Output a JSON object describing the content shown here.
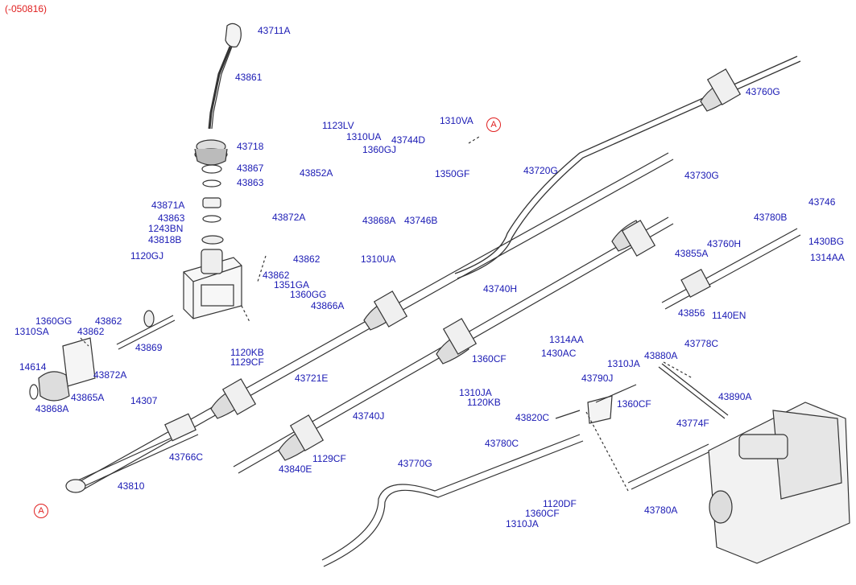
{
  "header": {
    "range": "(-050816)"
  },
  "ref_marker": "A",
  "labels": {
    "p43711A": "43711A",
    "p43861": "43861",
    "p43718": "43718",
    "p43867": "43867",
    "p43863a": "43863",
    "p43871A": "43871A",
    "p43863b": "43863",
    "p1243BN": "1243BN",
    "p43818B": "43818B",
    "p1120GJ": "1120GJ",
    "p1123LV": "1123LV",
    "p1310UAa": "1310UA",
    "p43744D": "43744D",
    "p1360GJ": "1360GJ",
    "p1310VA": "1310VA",
    "p1350GF": "1350GF",
    "p43852A": "43852A",
    "p43868Aa": "43868A",
    "p43746B": "43746B",
    "p43872Aa": "43872A",
    "p43862a": "43862",
    "p1310UAb": "1310UA",
    "p43862b": "43862",
    "p1351GA": "1351GA",
    "p1360GG": "1360GG",
    "p43866A": "43866A",
    "p1360GGb": "1360GG",
    "p1310SA": "1310SA",
    "p43862c": "43862",
    "p43862d": "43862",
    "p43869": "43869",
    "p1120KB": "1120KB",
    "p1129CFa": "1129CF",
    "p14614": "14614",
    "p43872Ab": "43872A",
    "p43865A": "43865A",
    "p43868Ab": "43868A",
    "p43721E": "43721E",
    "p14307": "14307",
    "p43766C": "43766C",
    "p43810": "43810",
    "p43720G": "43720G",
    "p43760G": "43760G",
    "p43730G": "43730G",
    "p43746": "43746",
    "p43780B": "43780B",
    "p43760H": "43760H",
    "p1430BG": "1430BG",
    "p43855A": "43855A",
    "p1314AAa": "1314AA",
    "p43856": "43856",
    "p1140EN": "1140EN",
    "p43740H": "43740H",
    "p1314AAb": "1314AA",
    "p1360CFa": "1360CF",
    "p1430AC": "1430AC",
    "p43740J": "43740J",
    "p1310JAa": "1310JA",
    "p1120KBb": "1120KB",
    "p43820C": "43820C",
    "p43790J": "43790J",
    "p1310JAb": "1310JA",
    "p1360CFb": "1360CF",
    "p43880A": "43880A",
    "p43778C": "43778C",
    "p43890A": "43890A",
    "p43840E": "43840E",
    "p1129CFb": "1129CF",
    "p43780C": "43780C",
    "p43770G": "43770G",
    "p1120DF": "1120DF",
    "p1360CFc": "1360CF",
    "p1310JAc": "1310JA",
    "p43774F": "43774F",
    "p43780A": "43780A"
  },
  "colors": {
    "label": "#1a1ab4",
    "ref": "#e02020",
    "line": "#333333"
  }
}
